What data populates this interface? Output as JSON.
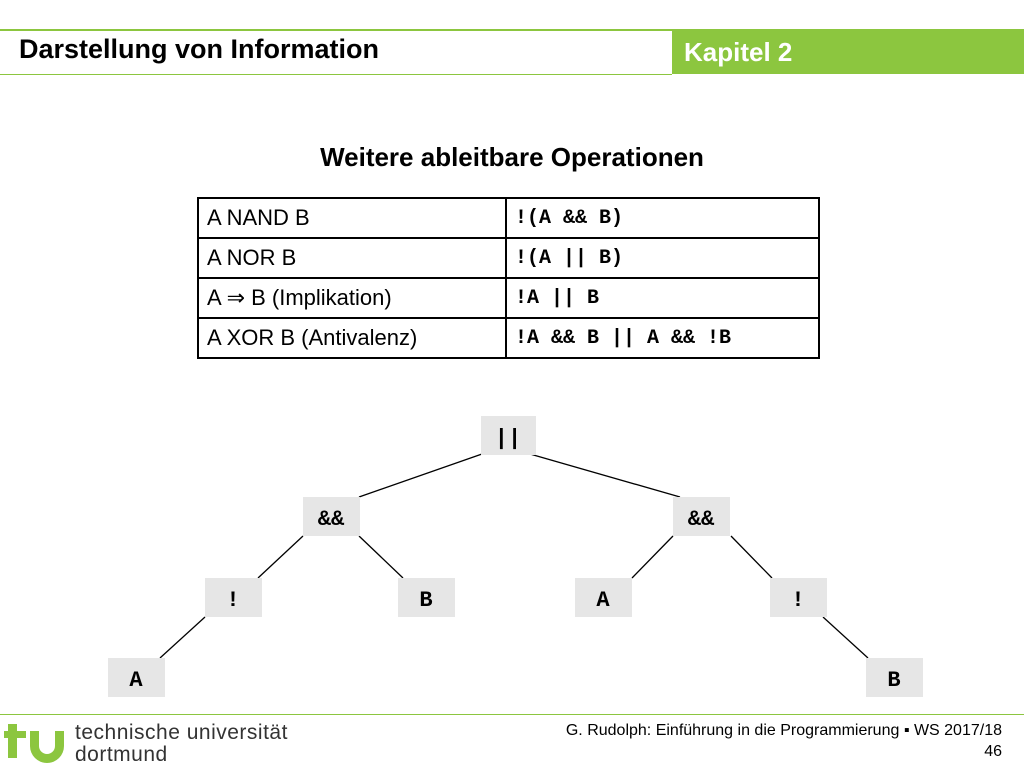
{
  "header": {
    "title": "Darstellung von Information",
    "chapter": "Kapitel 2",
    "accent_color": "#8cc63f"
  },
  "section_title": "Weitere ableitbare Operationen",
  "operations_table": [
    {
      "name": "A NAND B",
      "expr": "!(A && B)"
    },
    {
      "name": "A NOR B",
      "expr": "!(A || B)"
    },
    {
      "name": "A ⇒ B (Implikation)",
      "expr": "!A || B"
    },
    {
      "name": "A XOR B (Antivalenz)",
      "expr": "!A && B || A && !B"
    }
  ],
  "tree": {
    "root": "||",
    "left_and": "&&",
    "right_and": "&&",
    "left_not": "!",
    "left_b": "B",
    "right_a": "A",
    "right_not": "!",
    "leaf_a": "A",
    "leaf_b": "B"
  },
  "footer": {
    "logo_line1": "technische universität",
    "logo_line2": "dortmund",
    "credit": "G. Rudolph: Einführung in die Programmierung ▪ WS 2017/18",
    "page": "46"
  }
}
